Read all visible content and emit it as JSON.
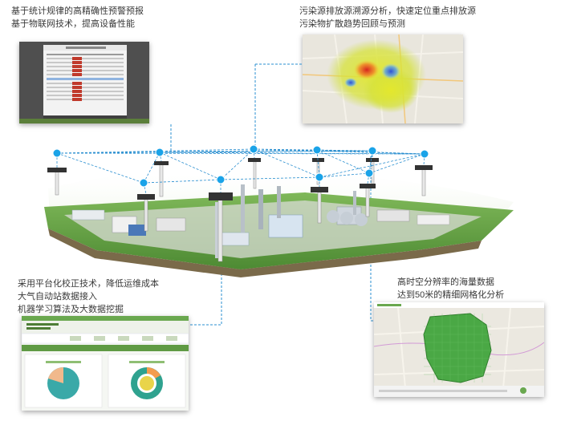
{
  "captions": {
    "top_left": [
      "基于统计规律的高精确性预警预报",
      "基于物联网技术，提高设备性能"
    ],
    "top_right": [
      "污染源排放源溯源分析，快速定位重点排放源",
      "污染物扩散趋势回顾与预测"
    ],
    "bottom_left": [
      "采用平台化校正技术，降低运维成本",
      "大气自动站数据接入",
      "机器学习算法及大数据挖掘"
    ],
    "bottom_right": [
      "高时空分辨率的海量数据",
      "达到50米的精细网格化分析"
    ]
  },
  "colors": {
    "node": "#1aa3e8",
    "link": "#2a8fd0",
    "grass": "#5a9a3c",
    "panel_green": "#6aa84f",
    "alert_red": "#c0392b"
  }
}
